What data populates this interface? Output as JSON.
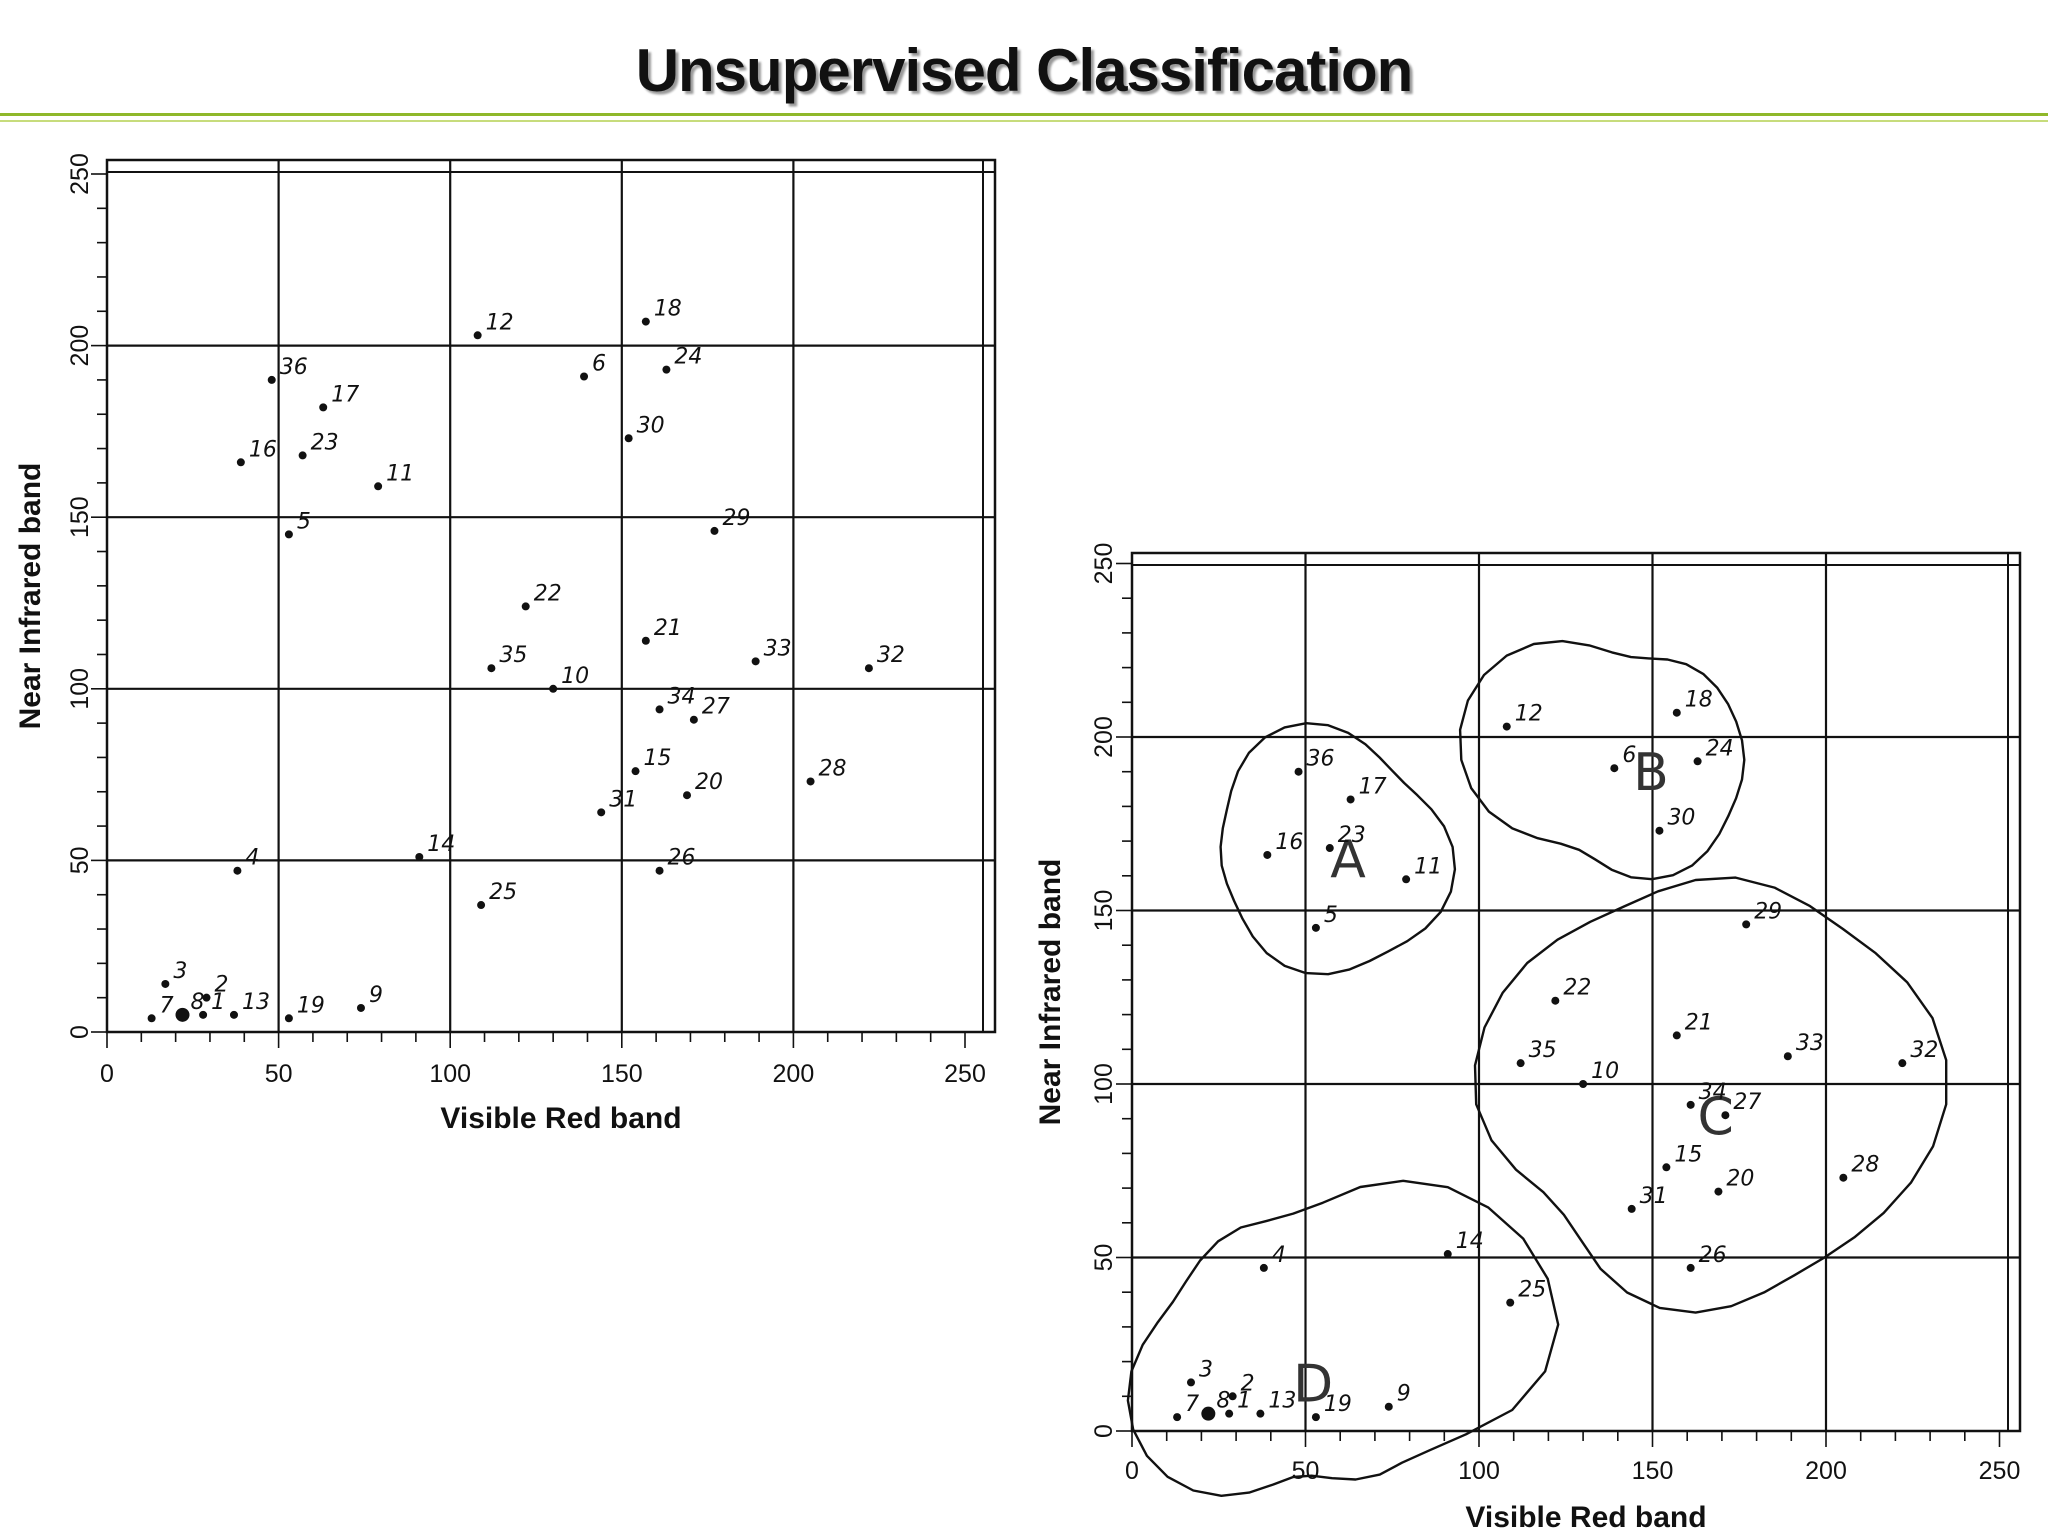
{
  "title": "Unsupervised Classification",
  "chart_data": [
    {
      "type": "scatter",
      "xlabel": "Visible Red band",
      "ylabel": "Near Infrared band",
      "xlim": [
        0,
        250
      ],
      "ylim": [
        0,
        250
      ],
      "xticks": [
        "0",
        "50",
        "100",
        "150",
        "200",
        "250"
      ],
      "yticks": [
        "0",
        "50",
        "100",
        "150",
        "200",
        "250"
      ],
      "grid": true,
      "points": [
        {
          "label": "1",
          "x": 28,
          "y": 5
        },
        {
          "label": "2",
          "x": 29,
          "y": 10
        },
        {
          "label": "3",
          "x": 17,
          "y": 14
        },
        {
          "label": "4",
          "x": 38,
          "y": 47
        },
        {
          "label": "5",
          "x": 53,
          "y": 145
        },
        {
          "label": "6",
          "x": 139,
          "y": 191
        },
        {
          "label": "7",
          "x": 13,
          "y": 4
        },
        {
          "label": "8",
          "x": 22,
          "y": 5
        },
        {
          "label": "9",
          "x": 74,
          "y": 7
        },
        {
          "label": "10",
          "x": 130,
          "y": 100
        },
        {
          "label": "11",
          "x": 79,
          "y": 159
        },
        {
          "label": "12",
          "x": 108,
          "y": 203
        },
        {
          "label": "13",
          "x": 37,
          "y": 5
        },
        {
          "label": "14",
          "x": 91,
          "y": 51
        },
        {
          "label": "15",
          "x": 154,
          "y": 76
        },
        {
          "label": "16",
          "x": 39,
          "y": 166
        },
        {
          "label": "17",
          "x": 63,
          "y": 182
        },
        {
          "label": "18",
          "x": 157,
          "y": 207
        },
        {
          "label": "19",
          "x": 53,
          "y": 4
        },
        {
          "label": "20",
          "x": 169,
          "y": 69
        },
        {
          "label": "21",
          "x": 157,
          "y": 114
        },
        {
          "label": "22",
          "x": 122,
          "y": 124
        },
        {
          "label": "23",
          "x": 57,
          "y": 168
        },
        {
          "label": "24",
          "x": 163,
          "y": 193
        },
        {
          "label": "25",
          "x": 109,
          "y": 37
        },
        {
          "label": "26",
          "x": 161,
          "y": 47
        },
        {
          "label": "27",
          "x": 171,
          "y": 91
        },
        {
          "label": "28",
          "x": 205,
          "y": 73
        },
        {
          "label": "29",
          "x": 177,
          "y": 146
        },
        {
          "label": "30",
          "x": 152,
          "y": 173
        },
        {
          "label": "31",
          "x": 144,
          "y": 64
        },
        {
          "label": "32",
          "x": 222,
          "y": 106
        },
        {
          "label": "33",
          "x": 189,
          "y": 108
        },
        {
          "label": "34",
          "x": 161,
          "y": 94
        },
        {
          "label": "35",
          "x": 112,
          "y": 106
        },
        {
          "label": "36",
          "x": 48,
          "y": 190
        }
      ]
    },
    {
      "type": "scatter",
      "xlabel": "Visible Red band",
      "ylabel": "Near Infrared band",
      "xlim": [
        0,
        250
      ],
      "ylim": [
        0,
        250
      ],
      "xticks": [
        "0",
        "50",
        "100",
        "150",
        "200",
        "250"
      ],
      "yticks": [
        "0",
        "50",
        "100",
        "150",
        "200",
        "250"
      ],
      "grid": true,
      "points": "same as chart 1",
      "clusters": [
        {
          "name": "A",
          "members": [
            "5",
            "11",
            "16",
            "17",
            "23",
            "36"
          ]
        },
        {
          "name": "B",
          "members": [
            "6",
            "12",
            "18",
            "24",
            "30"
          ]
        },
        {
          "name": "C",
          "members": [
            "10",
            "15",
            "20",
            "21",
            "22",
            "26",
            "27",
            "28",
            "29",
            "31",
            "32",
            "33",
            "34",
            "35"
          ]
        },
        {
          "name": "D",
          "members": [
            "1",
            "2",
            "3",
            "4",
            "7",
            "8",
            "9",
            "13",
            "14",
            "19",
            "25"
          ]
        }
      ]
    }
  ]
}
